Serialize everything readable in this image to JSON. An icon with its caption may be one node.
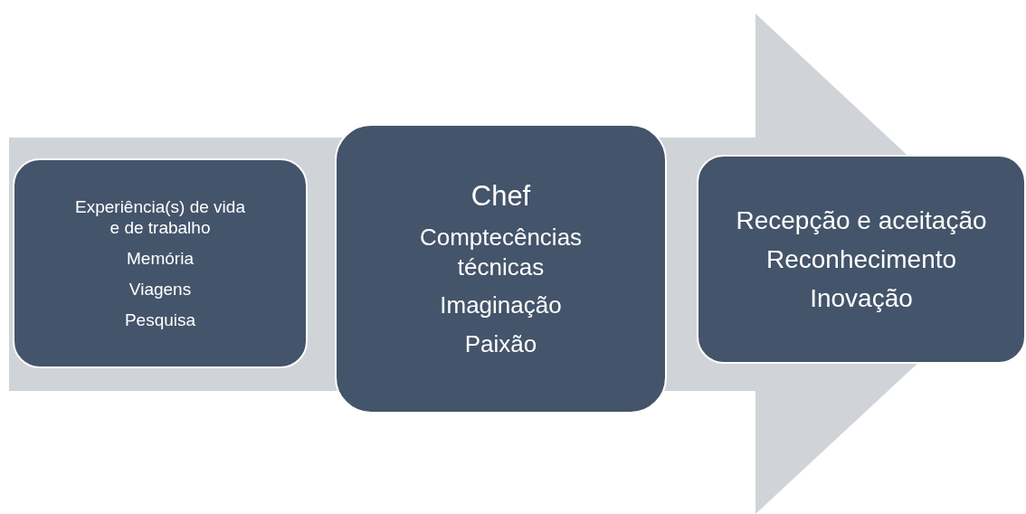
{
  "diagram": {
    "nodes": [
      {
        "text": [
          "Experiência(s) de vida e de trabalho",
          "Memória",
          "Viagens",
          "Pesquisa"
        ]
      },
      {
        "text": [
          "Chef",
          "Comptecências técnicas",
          "Imaginação",
          "Paixão"
        ]
      },
      {
        "text": [
          "Recepção e aceitação",
          "Reconhecimento",
          "Inovação"
        ]
      }
    ],
    "edges": [
      {
        "from": 0,
        "to": 2,
        "arrow": "to"
      }
    ]
  }
}
